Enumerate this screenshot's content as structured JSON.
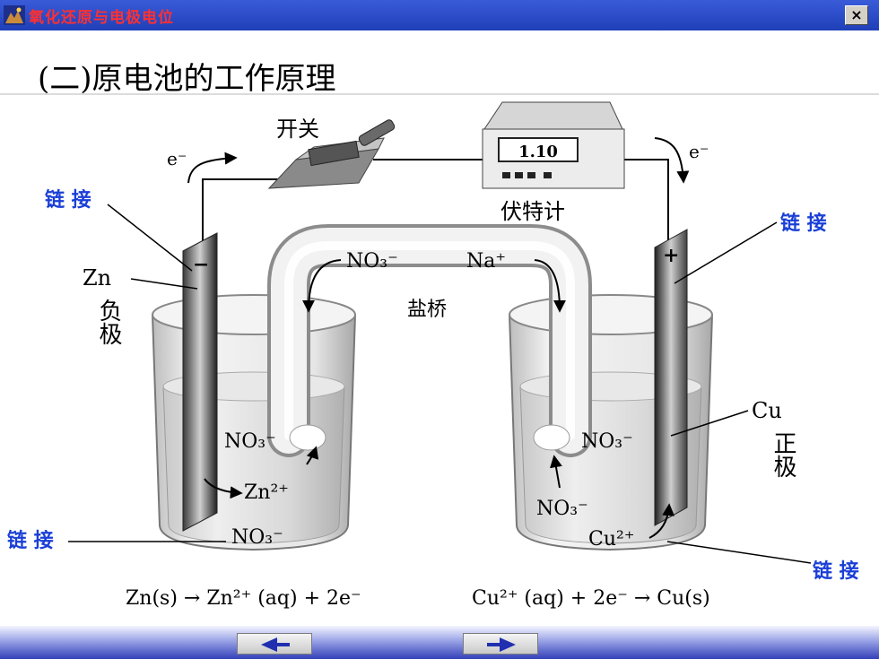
{
  "window": {
    "title": "氧化还原与电极电位",
    "close_label": "×"
  },
  "slide": {
    "title": "(二)原电池的工作原理"
  },
  "diagram": {
    "switch_label": "开关",
    "voltmeter_label": "伏特计",
    "voltmeter_reading": "1.10",
    "electron_left": "e⁻",
    "electron_right": "e⁻",
    "anode_label": "Zn",
    "anode_name": "负极",
    "cathode_label": "Cu",
    "cathode_name": "正极",
    "minus_sign": "−",
    "plus_sign": "+",
    "salt_bridge_label": "盐桥",
    "bridge_ion_left": "NO₃⁻",
    "bridge_ion_right": "Na⁺",
    "left_ion_1": "NO₃⁻",
    "left_ion_2": "Zn²⁺",
    "left_ion_3": "NO₃⁻",
    "right_ion_1": "NO₃⁻",
    "right_ion_2": "NO₃⁻",
    "right_ion_3": "Cu²⁺",
    "annotation_1": "链 接",
    "annotation_2": "链 接",
    "annotation_3": "链 接",
    "annotation_4": "链 接",
    "eq_left": "Zn(s) → Zn²⁺ (aq) + 2e⁻",
    "eq_right": "Cu²⁺ (aq) + 2e⁻ → Cu(s)"
  },
  "nav": {
    "prev_icon": "left-arrow-icon",
    "next_icon": "right-arrow-icon"
  }
}
